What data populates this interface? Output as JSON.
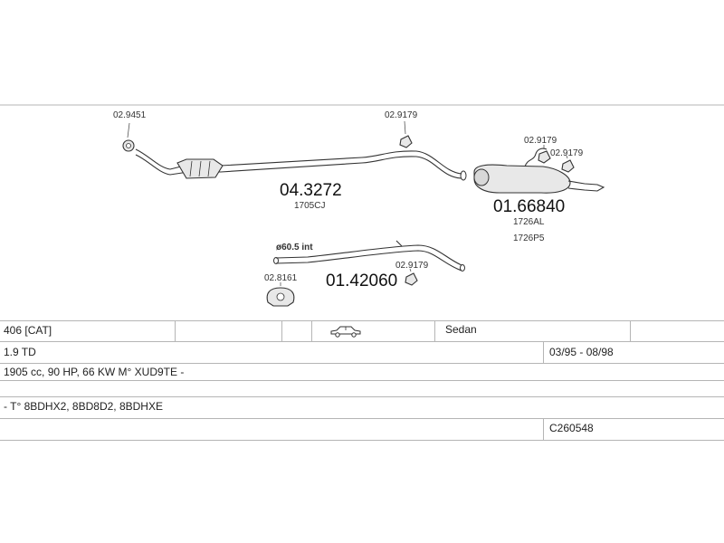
{
  "parts": {
    "clamp_front": "02.9451",
    "front_pipe_code": "04.3272",
    "front_pipe_ref": "1705CJ",
    "hanger_mid": "02.9179",
    "hanger_rear_1": "02.9179",
    "hanger_rear_2": "02.9179",
    "rear_box_code": "01.66840",
    "rear_box_ref_1": "1726AL",
    "rear_box_ref_2": "1726P5",
    "alt_pipe_diameter": "ø60.5 int",
    "alt_pipe_code": "01.42060",
    "alt_hanger": "02.9179",
    "alt_mount": "02.8161"
  },
  "table": {
    "model": "406  [CAT]",
    "body_type": "Sedan",
    "engine": "1.9 TD",
    "years": "03/95 - 08/98",
    "spec": "1905 cc, 90 HP, 66 KW M° XUD9TE -",
    "engine_codes": "- T° 8BDHX2, 8BD8D2, 8BDHXE",
    "catalog_code": "C260548"
  }
}
